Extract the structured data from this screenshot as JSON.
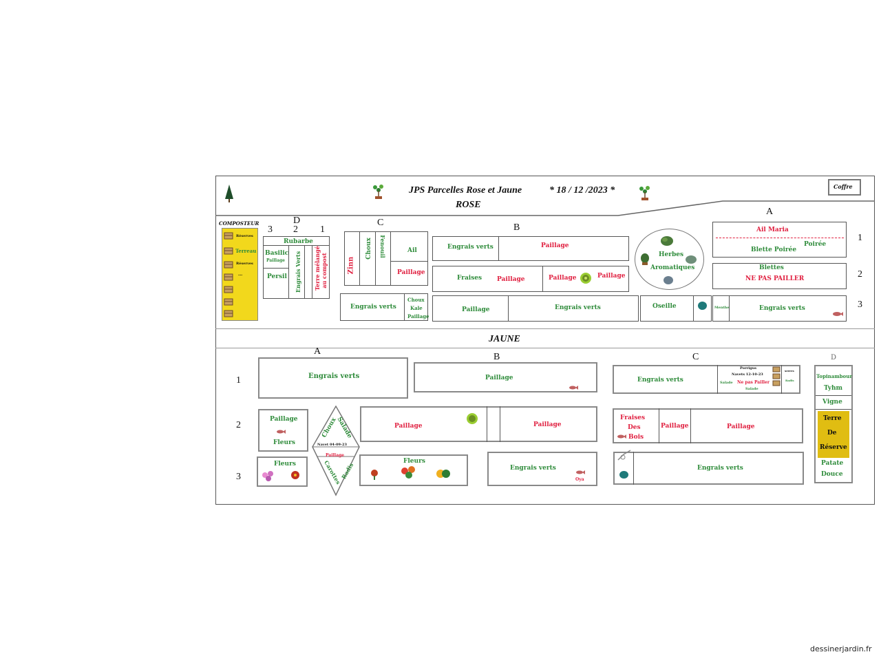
{
  "title": "JPS Parcelles Rose et Jaune",
  "date": "* 18 / 12 /2023 *",
  "coffre": "Coffre",
  "watermark": "dessinerjardin.fr",
  "colors": {
    "green": "#2e8b3a",
    "red": "#e02040",
    "compost": "#f2d81c",
    "reserve": "#e0bd12"
  },
  "rose": {
    "label": "ROSE",
    "composteur": {
      "label": "COMPOSTEUR",
      "bins": [
        "Réserves",
        "Terreau",
        "Réserves",
        "..."
      ]
    },
    "d": {
      "header": "D",
      "cols": [
        "3",
        "2",
        "1"
      ],
      "rubarbe": "Rubarbe",
      "basilic": "Basilic",
      "paillage": "Paillage",
      "persil": "Persil",
      "engrais": "Engrais Verts",
      "terre_1": "Terre mélangé",
      "terre_2": "au compost"
    },
    "c": {
      "header": "C",
      "zinn": "Zinn",
      "choux": "Choux",
      "fenouil": "Fenouil",
      "ail": "Ail",
      "paillage": "Paillage",
      "engrais": "Engrais verts",
      "chou": "Choux",
      "kale": "Kale",
      "paillage2": "Paillage"
    },
    "b": {
      "header": "B",
      "r1_engrais": "Engrais verts",
      "r1_paillage": "Paillage",
      "fraises": "Fraises",
      "paillage_a": "Paillage",
      "paillage_b": "Paillage",
      "paillage_c": "Paillage",
      "r3_paillage": "Paillage",
      "r3_engrais": "Engrais verts",
      "oseille": "Oseille"
    },
    "herbes": {
      "line1": "Herbes",
      "line2": "Aromatiques"
    },
    "a": {
      "header": "A",
      "ail_maria": "Ail Maria",
      "blette_poiree": "Blette Poirée",
      "poiree": "Poirée",
      "blettes": "Blettes",
      "ne_pas": "NE PAS PAILLER",
      "menthe": "Menthe",
      "engrais": "Engrais verts"
    },
    "rows": [
      "1",
      "2",
      "3"
    ]
  },
  "jaune": {
    "label": "JAUNE",
    "rows": [
      "1",
      "2",
      "3"
    ],
    "a": {
      "header": "A",
      "engrais": "Engrais verts",
      "paillage": "Paillage",
      "fleurs": "Fleurs",
      "fleurs2": "Fleurs",
      "diamond": {
        "choux": "Choux",
        "salade": "Salade",
        "navet": "Navet 04-09-23",
        "paillage": "Paillage",
        "carottes": "Carottes",
        "radis": "Radis"
      }
    },
    "b": {
      "header": "B",
      "paillage1": "Paillage",
      "paillage2": "Paillage",
      "paillage3": "Paillage",
      "fleurs": "Fleurs",
      "engrais": "Engrais verts",
      "oya": "Oya"
    },
    "c": {
      "header": "C",
      "engrais": "Engrais verts",
      "poireaux": "Porrigus",
      "navets": "Navets 12-10-23",
      "salade": "Salade",
      "ne_pas": "Ne pas Pailler",
      "salade2": "Salade",
      "tiny1": "serres",
      "tiny2": "Radis",
      "fraises_1": "Fraises",
      "fraises_2": "Des",
      "fraises_3": "Bois",
      "paillage1": "Paillage",
      "paillage2": "Paillage",
      "engrais2": "Engrais verts"
    },
    "d": {
      "header": "D",
      "topi": "Topinambour",
      "thym": "Tyhm",
      "vigne": "Vigne",
      "terre_1": "Terre",
      "terre_2": "De",
      "terre_3": "Réserve",
      "patate_1": "Patate",
      "patate_2": "Douce"
    }
  }
}
